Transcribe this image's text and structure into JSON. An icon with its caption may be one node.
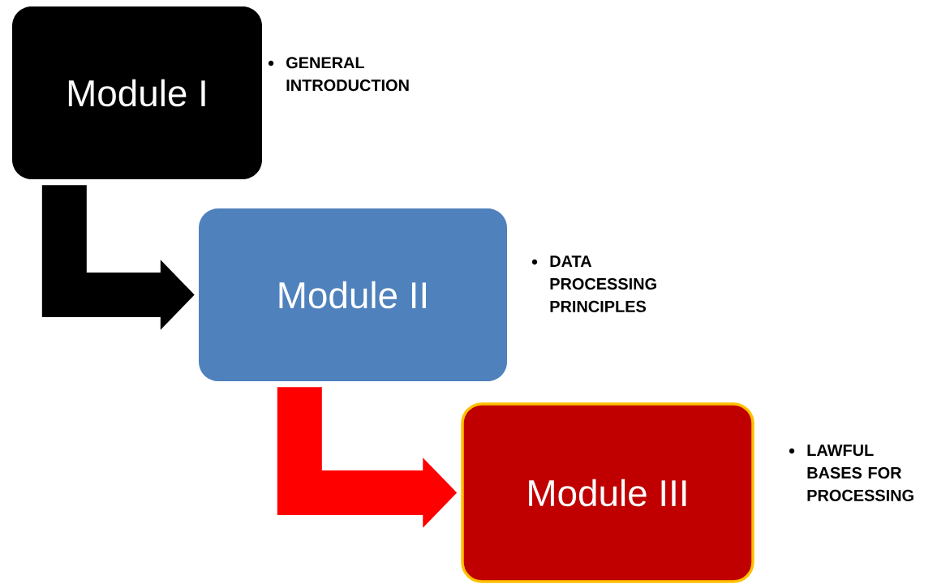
{
  "diagram": {
    "nodes": [
      {
        "text": [
          "Module I"
        ],
        "beside": [
          "GENERAL INTRODUCTION"
        ]
      },
      {
        "text": [
          "Module II"
        ],
        "beside": [
          "DATA PROCESSING PRINCIPLES"
        ]
      },
      {
        "text": [
          "Module III"
        ],
        "beside": [
          "LAWFUL BASES FOR PROCESSING"
        ]
      }
    ],
    "edges": [
      {
        "from": 0,
        "to": 1,
        "arrow": "to",
        "color": "#000000"
      },
      {
        "from": 1,
        "to": 2,
        "arrow": "to",
        "color": "#ff0000"
      }
    ]
  }
}
